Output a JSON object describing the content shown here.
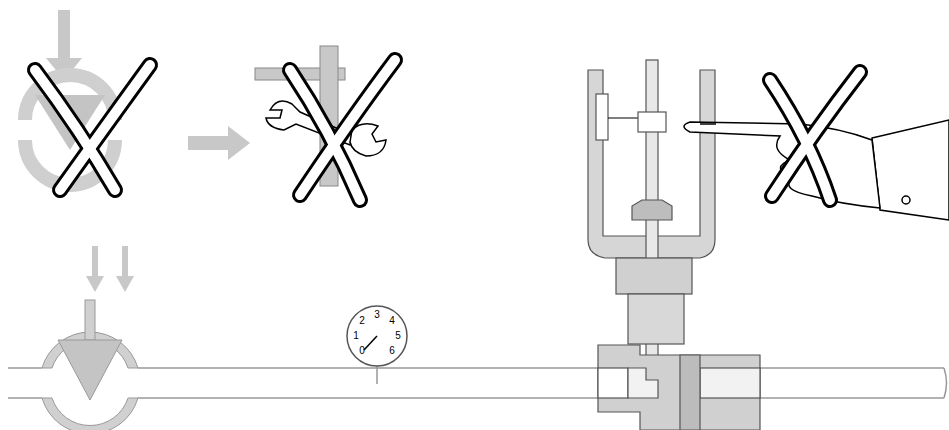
{
  "diagram": {
    "labels": [
      "0",
      "1",
      "2",
      "3",
      "4",
      "5",
      "6"
    ]
  }
}
